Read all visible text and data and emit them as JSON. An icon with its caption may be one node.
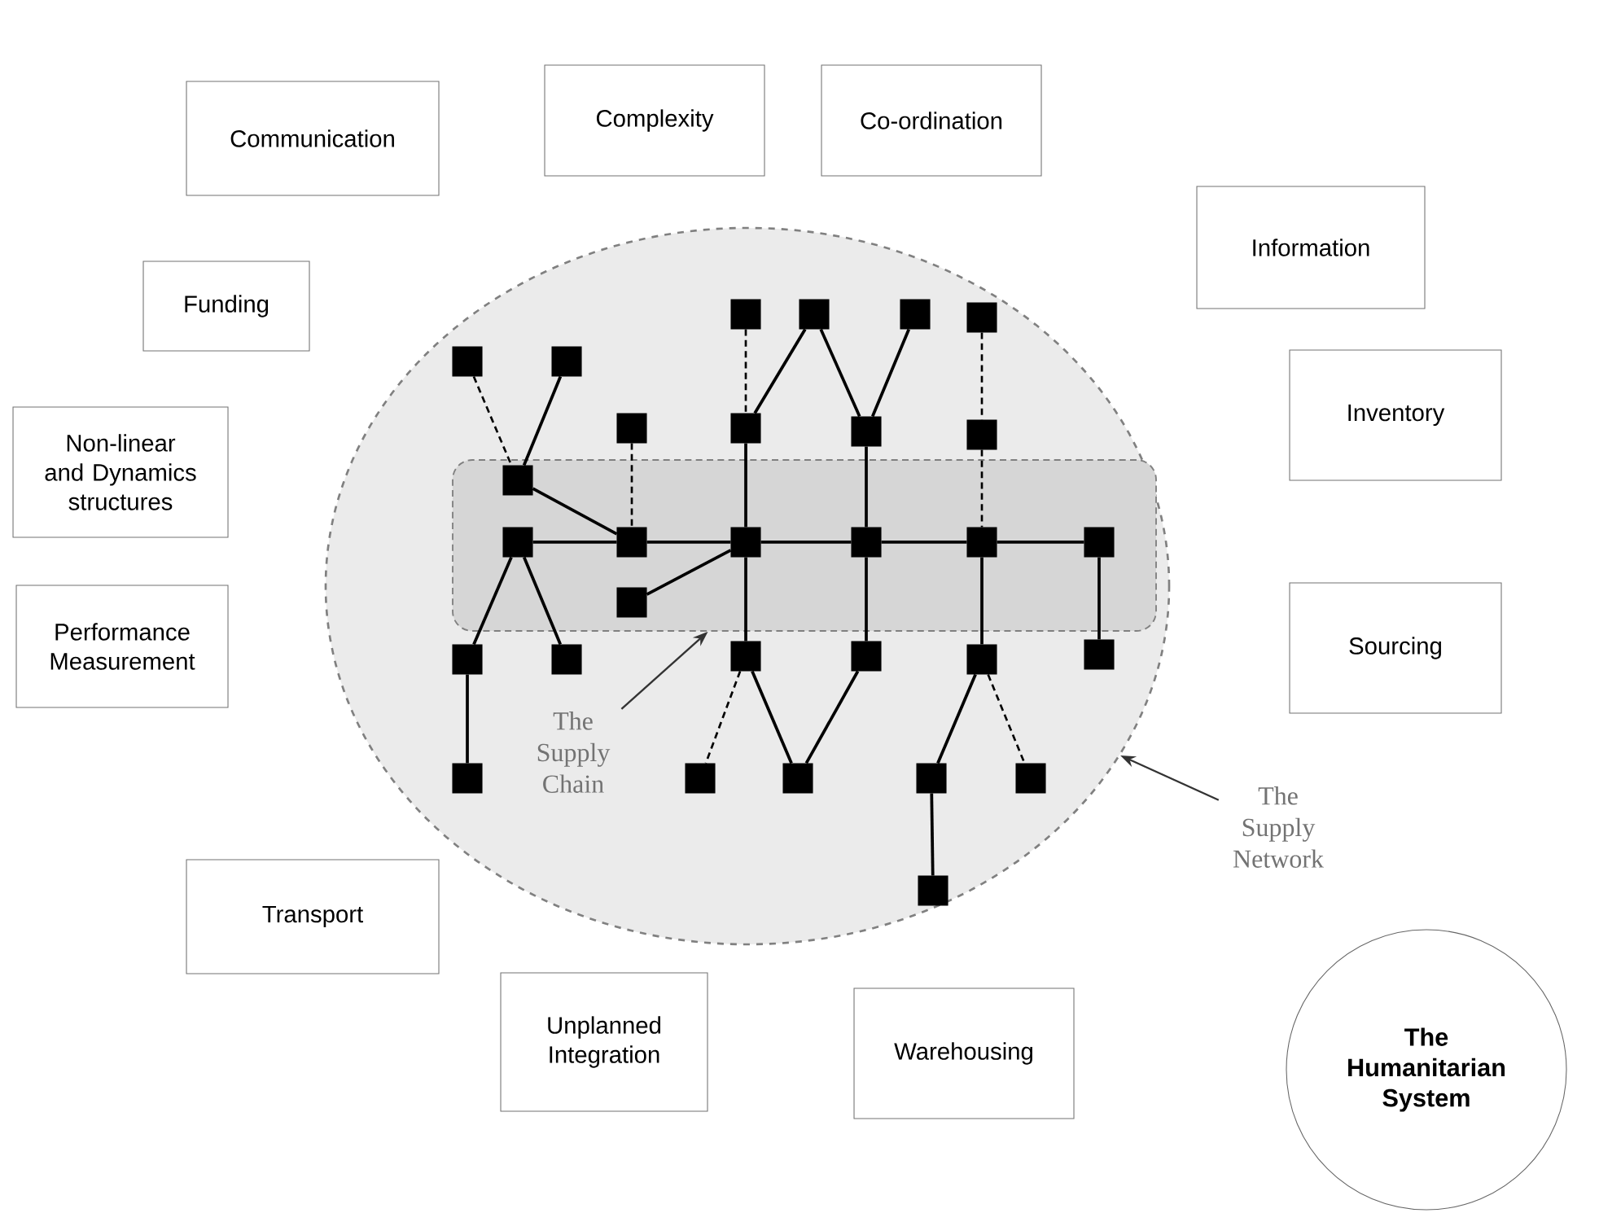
{
  "diagram": {
    "nodes": [
      {
        "text": [
          "Complexity"
        ]
      },
      {
        "text": [
          "Co-ordination"
        ]
      },
      {
        "text": [
          "Communication"
        ]
      },
      {
        "text": [
          "Information"
        ]
      },
      {
        "text": [
          "Funding"
        ]
      },
      {
        "text": [
          "Inventory"
        ]
      },
      {
        "text": [
          "Non-linear and Dynamics structures"
        ]
      },
      {
        "text": [
          "Performance Measurement"
        ]
      },
      {
        "text": [
          "Sourcing"
        ]
      },
      {
        "text": [
          "Transport"
        ]
      },
      {
        "text": [
          "Unplanned Integration"
        ]
      },
      {
        "text": [
          "Warehousing"
        ]
      },
      {
        "text": [
          "The Humanitarian System"
        ]
      },
      {
        "text": [],
        "shape": "ellipse"
      },
      {
        "text": [],
        "shape": "box",
        "in": 13
      },
      {
        "text": [],
        "shape": "box",
        "in": 13
      },
      {
        "text": [],
        "shape": "box",
        "in": 13
      },
      {
        "text": [],
        "shape": "box",
        "in": 13
      },
      {
        "text": [],
        "shape": "box",
        "in": 13
      },
      {
        "text": [],
        "shape": "box",
        "in": 13
      },
      {
        "text": [],
        "shape": "box",
        "in": 13
      },
      {
        "text": [],
        "shape": "box",
        "in": 13
      },
      {
        "text": [],
        "shape": "box",
        "in": 13
      },
      {
        "text": [],
        "shape": "box",
        "in": 13
      },
      {
        "text": [],
        "shape": "box",
        "in": 13
      },
      {
        "text": [],
        "shape": "box",
        "in": 14
      },
      {
        "text": [],
        "shape": "box",
        "in": 14
      },
      {
        "text": [],
        "shape": "box",
        "in": 14
      },
      {
        "text": [],
        "shape": "box",
        "in": 14
      },
      {
        "text": [],
        "shape": "box",
        "in": 14
      },
      {
        "text": [],
        "shape": "box",
        "in": 14
      },
      {
        "text": [],
        "shape": "box",
        "in": 14
      },
      {
        "text": [],
        "shape": "box",
        "in": 14
      },
      {
        "text": [],
        "shape": "box",
        "in": 13
      },
      {
        "text": [],
        "shape": "box",
        "in": 13
      },
      {
        "text": [],
        "shape": "box",
        "in": 13
      },
      {
        "text": [],
        "shape": "box",
        "in": 13
      },
      {
        "text": [],
        "shape": "box",
        "in": 13
      },
      {
        "text": [],
        "shape": "box",
        "in": 13
      },
      {
        "text": [],
        "shape": "box",
        "in": 13
      },
      {
        "text": [],
        "shape": "box",
        "in": 13
      },
      {
        "text": [],
        "shape": "box",
        "in": 13
      },
      {
        "text": [],
        "shape": "box",
        "in": 13
      },
      {
        "text": [],
        "shape": "box",
        "in": 13
      },
      {
        "text": [],
        "shape": "box",
        "in": 13
      },
      {
        "text": [
          "The Supply Chain"
        ],
        "in": 13
      },
      {
        "text": [
          "The Supply Network"
        ]
      }
    ],
    "edges": [
      {
        "from": 19,
        "to": 25,
        "arrow": "none",
        "style": "dashed"
      },
      {
        "from": 20,
        "to": 25,
        "arrow": "none"
      },
      {
        "from": 25,
        "to": 27,
        "arrow": "none"
      },
      {
        "from": 26,
        "to": 27,
        "arrow": "none"
      },
      {
        "from": 27,
        "to": 28,
        "arrow": "none"
      },
      {
        "from": 28,
        "to": 29,
        "arrow": "none"
      },
      {
        "from": 29,
        "to": 30,
        "arrow": "none"
      },
      {
        "from": 30,
        "to": 31,
        "arrow": "none"
      },
      {
        "from": 21,
        "to": 27,
        "arrow": "none",
        "style": "dashed"
      },
      {
        "from": 15,
        "to": 22,
        "arrow": "none",
        "style": "dashed"
      },
      {
        "from": 16,
        "to": 22,
        "arrow": "none"
      },
      {
        "from": 16,
        "to": 23,
        "arrow": "none"
      },
      {
        "from": 17,
        "to": 23,
        "arrow": "none"
      },
      {
        "from": 18,
        "to": 24,
        "arrow": "none",
        "style": "dashed"
      },
      {
        "from": 22,
        "to": 28,
        "arrow": "none"
      },
      {
        "from": 23,
        "to": 29,
        "arrow": "none"
      },
      {
        "from": 24,
        "to": 30,
        "arrow": "none",
        "style": "dashed"
      },
      {
        "from": 32,
        "to": 28,
        "arrow": "none"
      },
      {
        "from": 26,
        "to": 33,
        "arrow": "none"
      },
      {
        "from": 26,
        "to": 34,
        "arrow": "none"
      },
      {
        "from": 33,
        "to": 39,
        "arrow": "none"
      },
      {
        "from": 28,
        "to": 35,
        "arrow": "none"
      },
      {
        "from": 29,
        "to": 36,
        "arrow": "none"
      },
      {
        "from": 30,
        "to": 37,
        "arrow": "none"
      },
      {
        "from": 31,
        "to": 38,
        "arrow": "none"
      },
      {
        "from": 35,
        "to": 40,
        "arrow": "none",
        "style": "dashed"
      },
      {
        "from": 35,
        "to": 41,
        "arrow": "none"
      },
      {
        "from": 36,
        "to": 41,
        "arrow": "none"
      },
      {
        "from": 37,
        "to": 42,
        "arrow": "none"
      },
      {
        "from": 37,
        "to": 43,
        "arrow": "none",
        "style": "dashed"
      },
      {
        "from": 42,
        "to": 44,
        "arrow": "none"
      },
      {
        "from": 45,
        "to": 14,
        "arrow": "to"
      },
      {
        "from": 46,
        "to": 13,
        "arrow": "to"
      }
    ]
  }
}
